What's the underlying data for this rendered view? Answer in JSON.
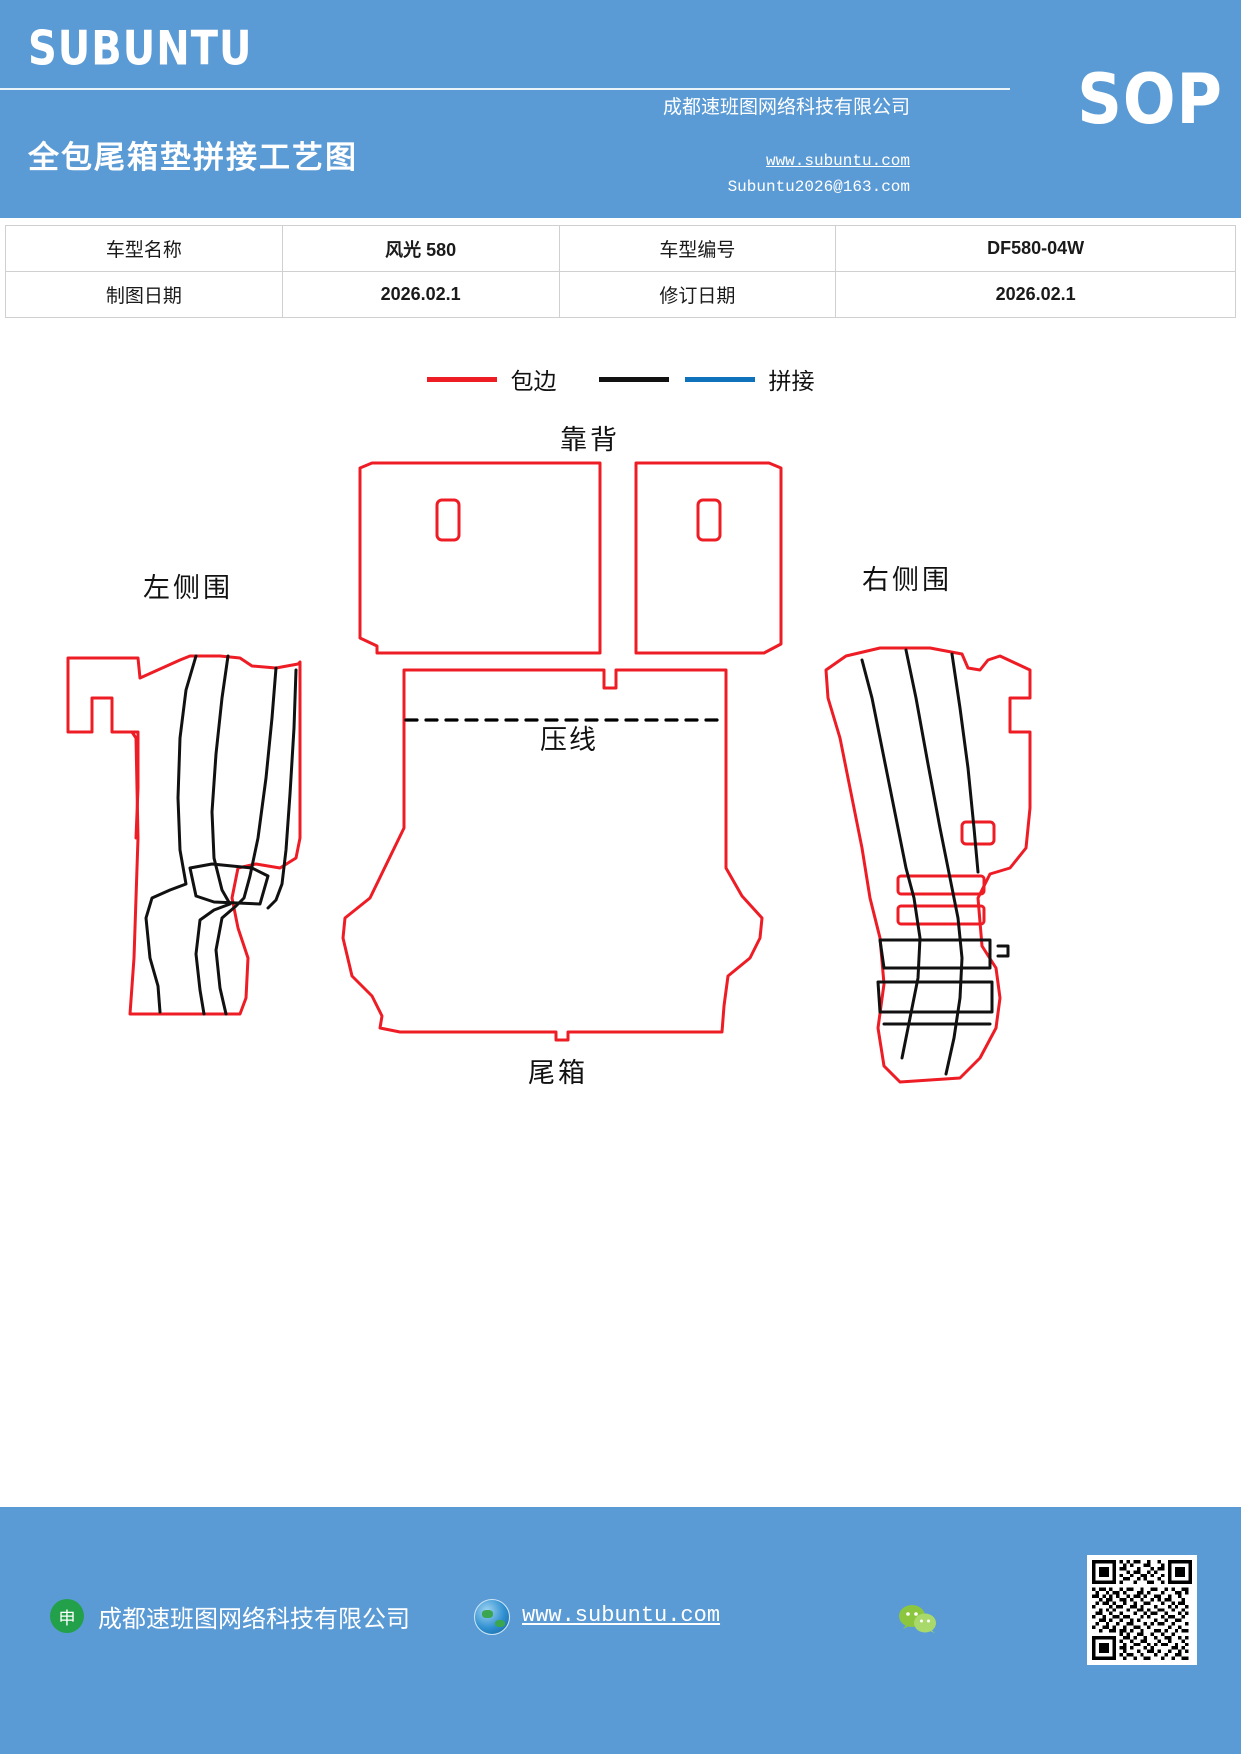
{
  "header": {
    "logo": "SUBUNTU",
    "doc_title": "全包尾箱垫拼接工艺图",
    "company": "成都速班图网络科技有限公司",
    "website": "www.subuntu.com",
    "email": "Subuntu2026@163.com",
    "badge": "SOP",
    "bg_color": "#5b9bd5"
  },
  "info_table": {
    "rows": [
      {
        "label1": "车型名称",
        "value1": "风光 580",
        "label2": "车型编号",
        "value2": "DF580-04W"
      },
      {
        "label1": "制图日期",
        "value1": "2026.02.1",
        "label2": "修订日期",
        "value2": "2026.02.1"
      }
    ]
  },
  "legend": {
    "items": [
      {
        "name": "binding",
        "label": "包边",
        "color": "#ee1c25"
      },
      {
        "name": "splice-black",
        "label": "",
        "color": "#111111"
      },
      {
        "name": "splice-blue",
        "label": "拼接",
        "color": "#1072bb"
      }
    ]
  },
  "diagram": {
    "labels": {
      "backrest": "靠背",
      "left_side": "左侧围",
      "right_side": "右侧围",
      "crease": "压线",
      "trunk": "尾箱"
    },
    "colors": {
      "binding": "#ee1c25",
      "splice": "#111111",
      "crease": "#000000"
    }
  },
  "footer": {
    "company": "成都速班图网络科技有限公司",
    "website": "www.subuntu.com",
    "icons": {
      "badge": "申",
      "globe": "globe-icon",
      "wechat": "wechat-icon",
      "qr": "qr-code"
    },
    "bg_color": "#5b9bd5"
  }
}
